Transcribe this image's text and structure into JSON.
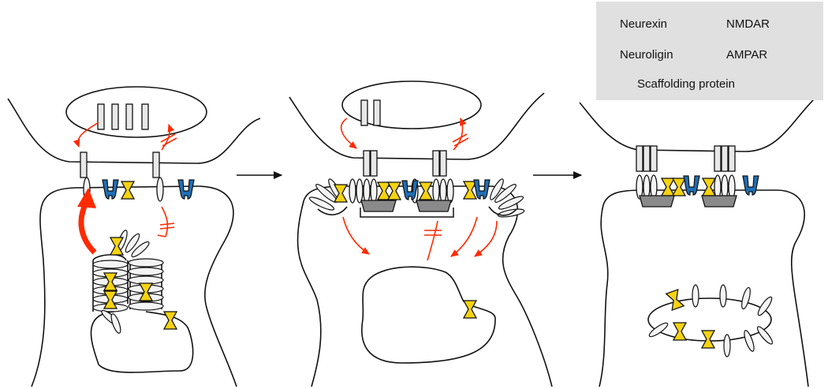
{
  "legend": {
    "neurexin": "Neurexin",
    "nmdar": "NMDAR",
    "neuroligin": "Neuroligin",
    "ampar": "AMPAR",
    "scaffolding": "Scaffolding protein"
  },
  "colors": {
    "nmdar": "#1f6fb5",
    "ampar": "#f5d311",
    "arrow_red": "#ff2a00",
    "scaffold": "#8a8a8a",
    "legend_bg": "#e0e0e0"
  },
  "panels": [
    {
      "stage": 1,
      "transitions_to_next": true
    },
    {
      "stage": 2,
      "transitions_to_next": true
    },
    {
      "stage": 3,
      "transitions_to_next": false
    }
  ]
}
